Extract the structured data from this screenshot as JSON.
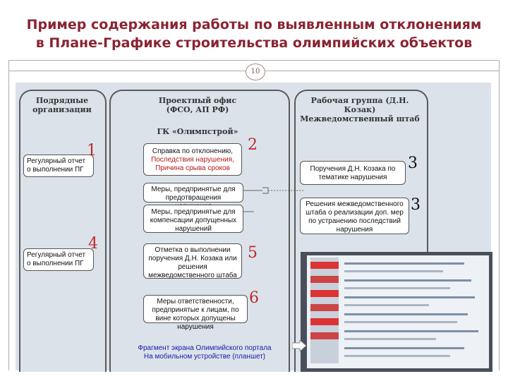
{
  "title": {
    "line1": "Пример содержания работы по выявленным отклонениям",
    "line2": "в Плане-Графике строительства олимпийских объектов"
  },
  "page_number": "10",
  "columns": {
    "left": {
      "header": "Подрядные организации"
    },
    "middle": {
      "header": "Проектный офис (ФСО, АП РФ)",
      "subheader": "ГК «Олимпстрой»"
    },
    "right": {
      "header": "Рабочая группа (Д.Н. Козак) Межведомственный штаб"
    }
  },
  "boxes": {
    "report1": "Регулярный отчет о выполнении ПГ",
    "report4": "Регулярный отчет о выполнении ПГ",
    "spravka_title": "Справка по отклонению,",
    "spravka_red": "Последствия нарушения, Причина срыва сроков",
    "measures_prevent": "Меры, предпринятые для предотвращения нарушения",
    "measures_comp": "Меры, предпринятые для компенсации допущенных нарушений",
    "orders": "Поручения Д.Н. Козака по тематике нарушения",
    "decisions": "Решения межведомственного штаба о реализации доп. мер по устранению последствий нарушения",
    "mark_done": "Отметка о выполнении поручения Д.Н. Козака или решения межведомственного штаба",
    "responsibility": "Меры ответственности, предпринятые к лицам, по вине которых допущены нарушения"
  },
  "numbers": {
    "n1": "1",
    "n2": "2",
    "n3a": "3",
    "n3b": "3",
    "n4": "4",
    "n5": "5",
    "n6": "6"
  },
  "caption": {
    "line1": "Фрагмент экрана Олимпийского портала",
    "line2": "На мобильном устройстве (планшет)"
  },
  "colors": {
    "title": "#8a2432",
    "panel": "#dbe2e9",
    "accent_red": "#c0282d",
    "caption": "#1a1aa8"
  }
}
